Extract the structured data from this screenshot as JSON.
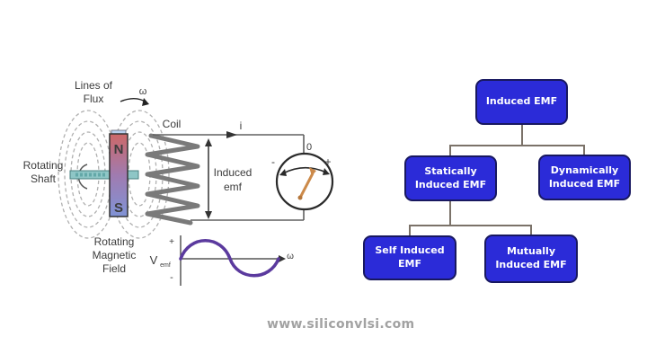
{
  "page": {
    "watermark": "www.siliconvlsi.com"
  },
  "generator_diagram": {
    "labels": {
      "lines_of_flux_line1": "Lines of",
      "lines_of_flux_line2": "Flux",
      "omega_rotation": "ω",
      "coil": "Coil",
      "rotating_shaft_line1": "Rotating",
      "rotating_shaft_line2": "Shaft",
      "magnet_north": "N",
      "magnet_south": "S",
      "rotating_field_line1": "Rotating",
      "rotating_field_line2": "Magnetic",
      "rotating_field_line3": "Field",
      "current": "i",
      "induced_emf_line1": "Induced",
      "induced_emf_line2": "emf",
      "meter_zero": "0",
      "meter_minus": "-",
      "meter_plus": "+",
      "waveform_v": "V",
      "waveform_v_subscript": "emf",
      "waveform_plus": "+",
      "waveform_minus": "-",
      "waveform_omega": "ω"
    },
    "colors": {
      "magnet_north_text": "#e31a2b",
      "magnet_south_text": "#2a3fd4",
      "magnet_top_fill": "#cc6868",
      "magnet_bottom_fill": "#8093d6",
      "shaft_fill": "#8ec6c6",
      "coil_stroke": "#7a7a7a",
      "needle_orange": "#cc8a4a",
      "sine_purple": "#5b3a9e",
      "flux_dash_gray": "#b0b0b0"
    }
  },
  "flowchart": {
    "nodes": {
      "root": "Induced EMF",
      "statically": "Statically Induced EMF",
      "dynamically": "Dynamically Induced EMF",
      "self": "Self Induced EMF",
      "mutually": "Mutually Induced EMF"
    },
    "colors": {
      "box_fill": "#2b2bd8",
      "box_border": "#181860",
      "box_text": "#ffffff",
      "connector": "#7b7269"
    }
  }
}
